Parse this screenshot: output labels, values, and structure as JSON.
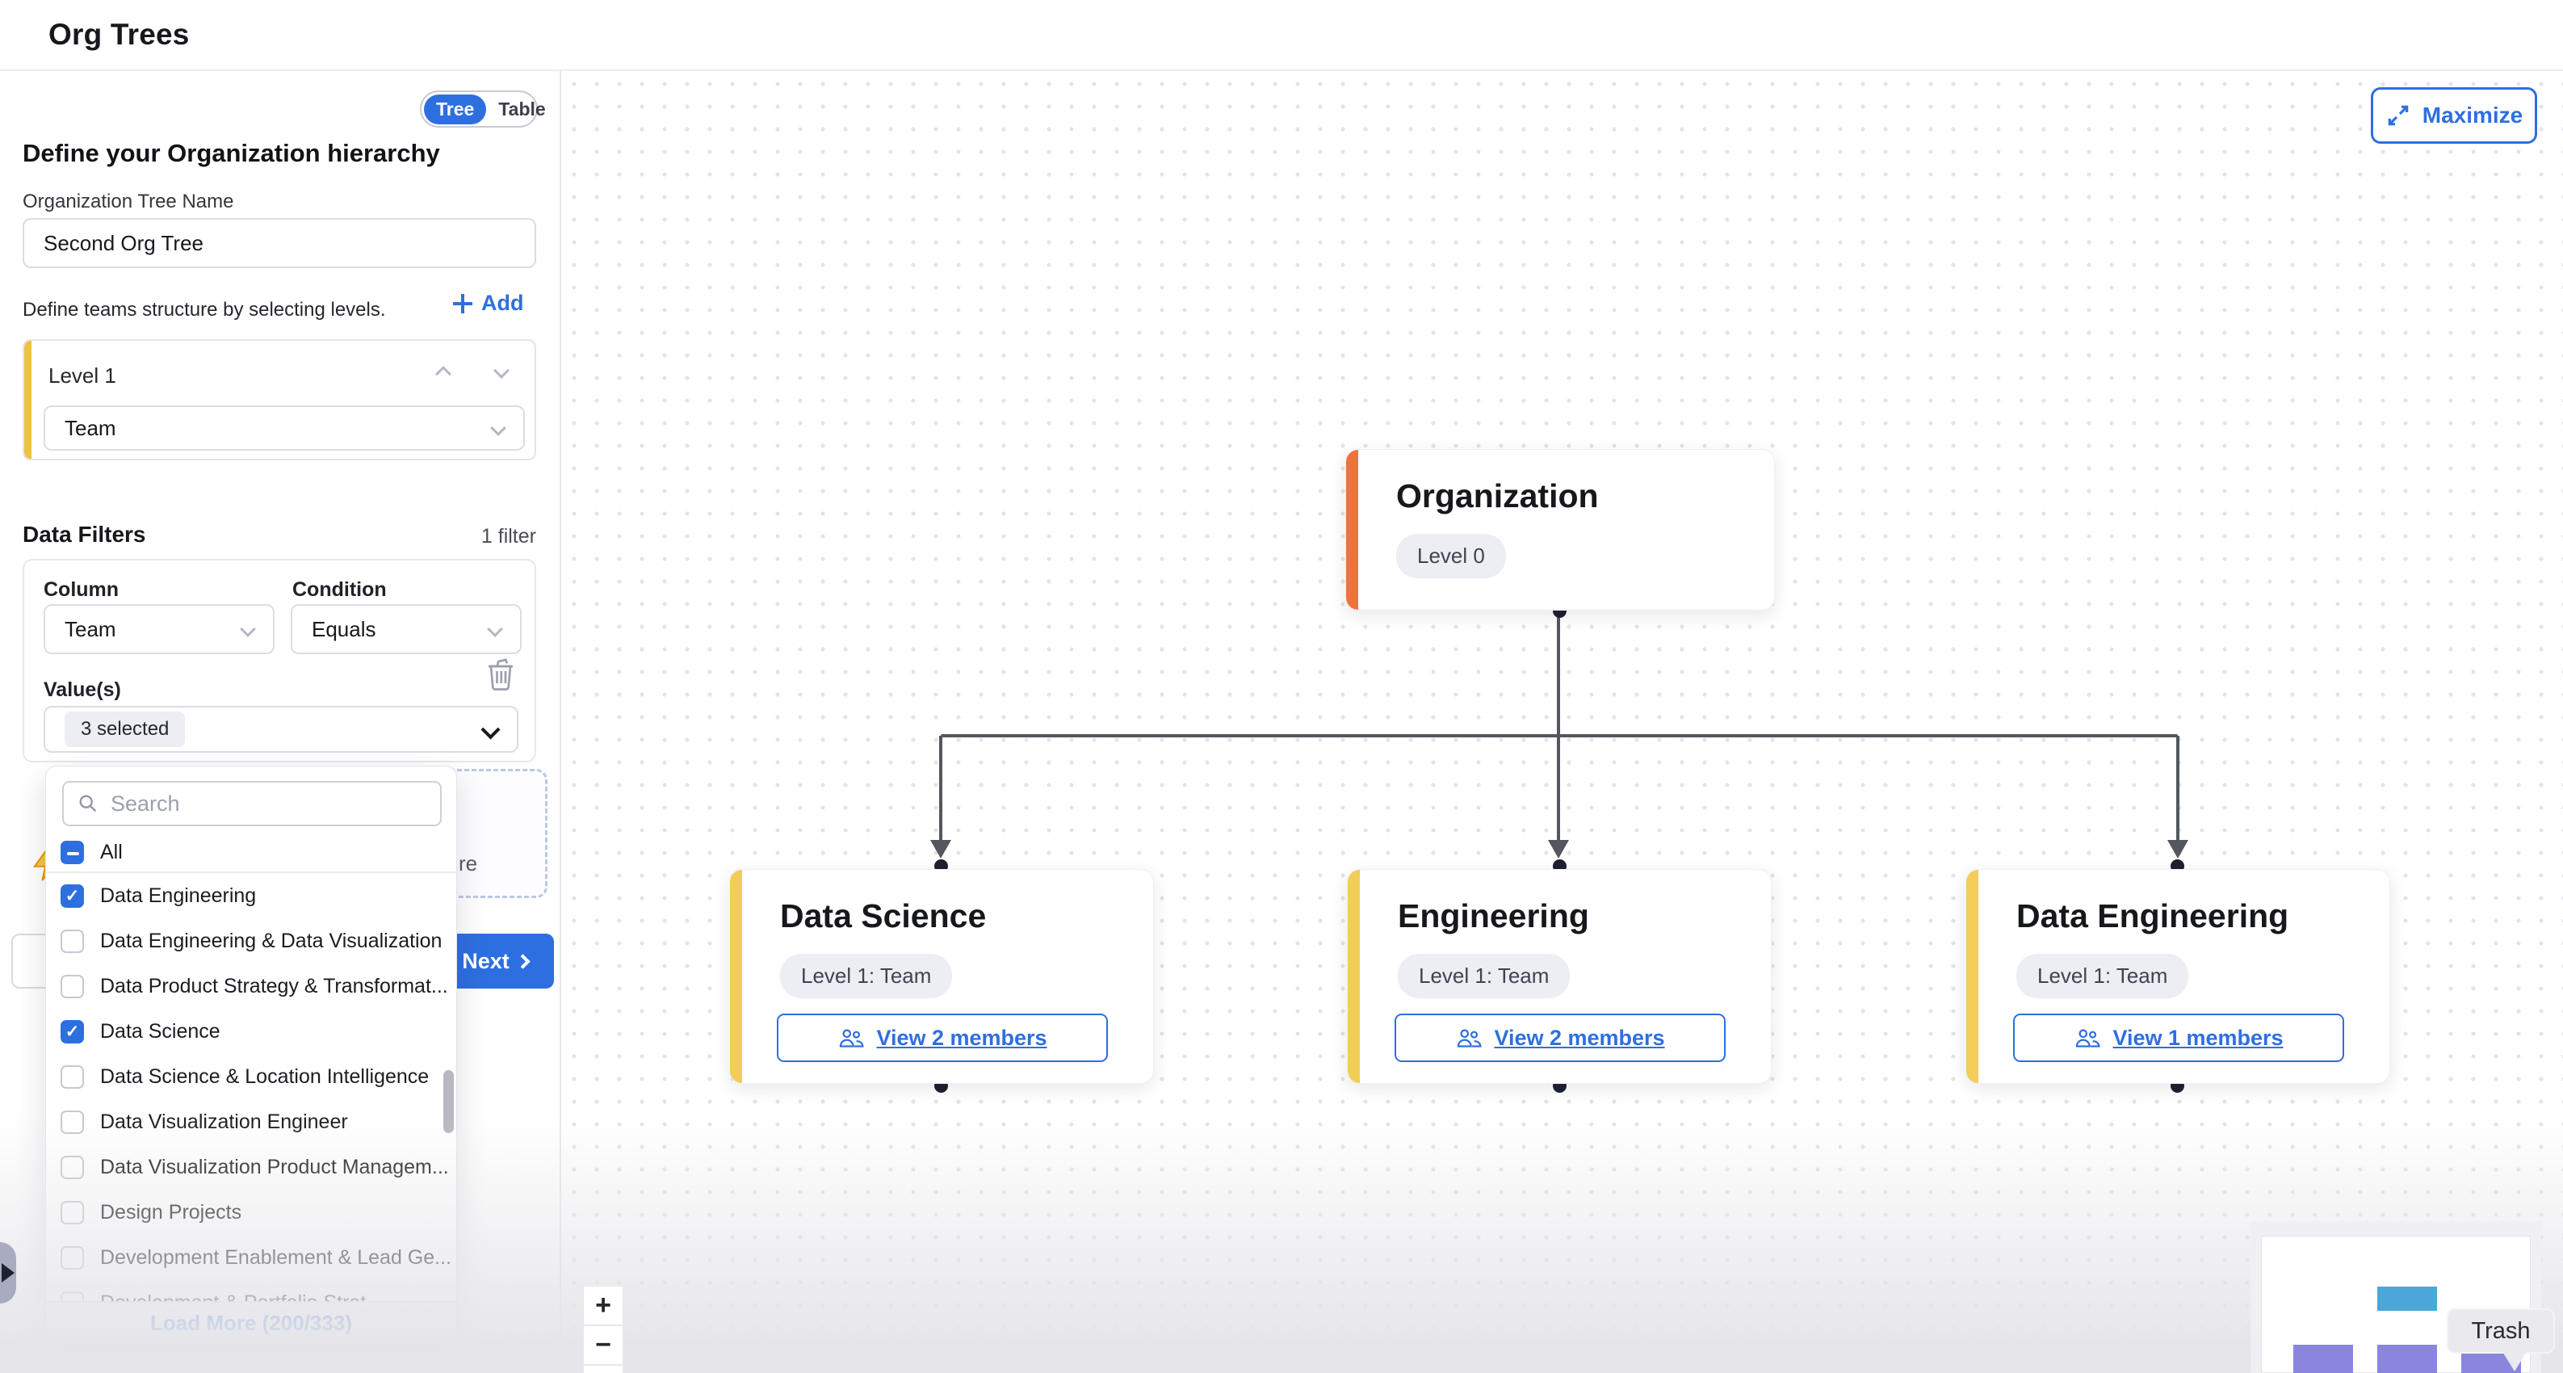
{
  "header": {
    "title": "Org Trees"
  },
  "panel": {
    "view_toggle": {
      "options": [
        "Tree",
        "Table"
      ],
      "active": "Tree"
    },
    "heading": "Define your Organization hierarchy",
    "tree_name": {
      "label": "Organization Tree Name",
      "value": "Second Org Tree"
    },
    "levels": {
      "hint": "Define teams structure by selecting levels.",
      "add_label": "Add",
      "items": [
        {
          "title": "Level 1",
          "value": "Team"
        }
      ]
    },
    "filters": {
      "title": "Data Filters",
      "count_label": "1 filter",
      "column_label": "Column",
      "column_value": "Team",
      "condition_label": "Condition",
      "condition_value": "Equals",
      "values_label": "Value(s)",
      "selected_chip": "3 selected"
    },
    "tip_fragment": "re",
    "next_label": "Next"
  },
  "dropdown": {
    "search_placeholder": "Search",
    "select_all_label": "All",
    "items": [
      {
        "label": "Data Engineering",
        "checked": true
      },
      {
        "label": "Data Engineering & Data Visualization",
        "checked": false
      },
      {
        "label": "Data Product Strategy & Transformat...",
        "checked": false
      },
      {
        "label": "Data Science",
        "checked": true
      },
      {
        "label": "Data Science & Location Intelligence",
        "checked": false
      },
      {
        "label": "Data Visualization Engineer",
        "checked": false
      },
      {
        "label": "Data Visualization Product Managem...",
        "checked": false
      },
      {
        "label": "Design Projects",
        "checked": false
      },
      {
        "label": "Development Enablement & Lead Ge...",
        "checked": false
      },
      {
        "label": "Development & Portfolio Strat...",
        "checked": false
      }
    ],
    "load_more": "Load More (200/333)"
  },
  "canvas": {
    "maximize_label": "Maximize",
    "trash_label": "Trash",
    "zoom_in": "+",
    "zoom_out": "−",
    "nodes": {
      "root": {
        "title": "Organization",
        "badge": "Level 0"
      },
      "children": [
        {
          "title": "Data Science",
          "badge": "Level 1: Team",
          "members_label": "View 2 members"
        },
        {
          "title": "Engineering",
          "badge": "Level 1: Team",
          "members_label": "View 2 members"
        },
        {
          "title": "Data Engineering",
          "badge": "Level 1: Team",
          "members_label": "View 1 members"
        }
      ]
    }
  },
  "colors": {
    "accent": "#2e6fe0",
    "node_orange": "#ee7340",
    "node_yellow": "#f2cd59",
    "level_bar_yellow": "#eec33e",
    "edge": "#55575e",
    "connector_dot": "#1e2030"
  }
}
